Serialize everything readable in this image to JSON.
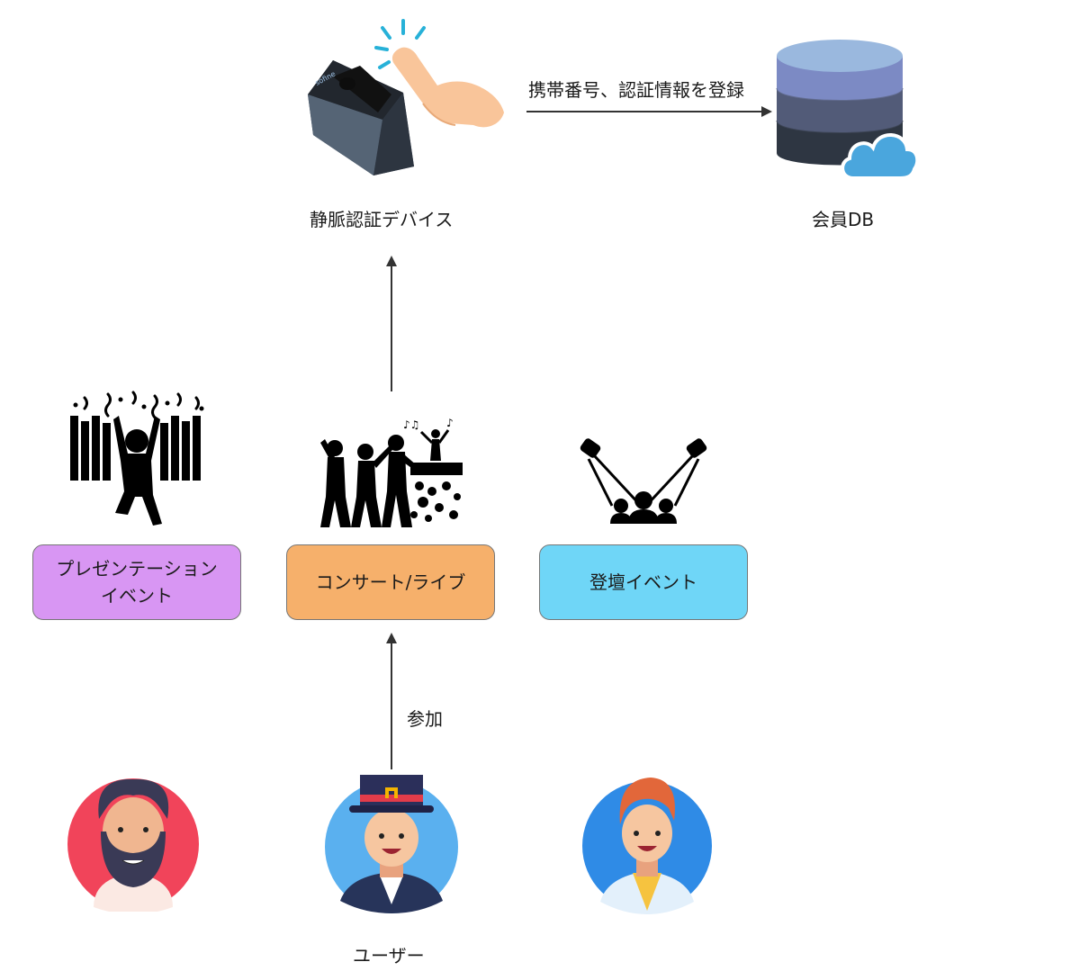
{
  "nodes": {
    "vein_device": "静脈認証デバイス",
    "member_db": "会員DB",
    "presentation": "プレゼンテーション\nイベント",
    "concert": "コンサート/ライブ",
    "stage_event": "登壇イベント",
    "users": "ユーザー"
  },
  "edges": {
    "register": "携帯番号、認証情報を登録",
    "participate": "参加"
  },
  "colors": {
    "presentation_box": "#d896f3",
    "concert_box": "#f6b06b",
    "stage_box": "#6fd6f7",
    "arrow": "#333333"
  },
  "icons": [
    "vein-scanner-device-icon",
    "tapping-finger-icon",
    "database-cloud-icon",
    "crowd-party-icon",
    "concert-crowd-icon",
    "spotlight-audience-icon",
    "bearded-man-avatar",
    "hat-man-avatar",
    "redhead-man-avatar"
  ]
}
